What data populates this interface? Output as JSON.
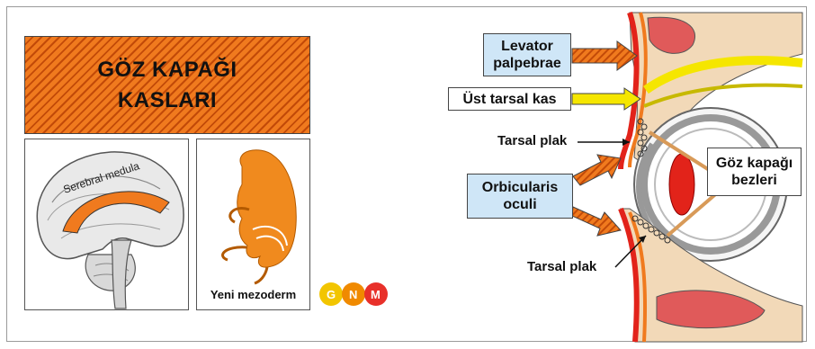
{
  "title": {
    "line1": "GÖZ KAPAĞI",
    "line2": "KASLARI"
  },
  "brain": {
    "label": "Serebral medula"
  },
  "embryo": {
    "caption": "Yeni mezoderm"
  },
  "logo": {
    "letters": [
      "G",
      "N",
      "M"
    ],
    "colors": [
      "#f2c500",
      "#f08a00",
      "#e8302a"
    ]
  },
  "eye": {
    "callouts": {
      "levator": "Levator palpebrae",
      "ust_tarsal": "Üst tarsal kas",
      "orbicularis": "Orbicularis oculi",
      "glands": "Göz kapağı bezleri"
    },
    "labels": {
      "tarsal_upper": "Tarsal plak",
      "tarsal_lower": "Tarsal plak"
    }
  },
  "colors": {
    "accent_orange": "#f07a1e",
    "callout_blue": "#cfe6f7",
    "skin_red": "#e2231a",
    "yellow": "#f5e600"
  }
}
